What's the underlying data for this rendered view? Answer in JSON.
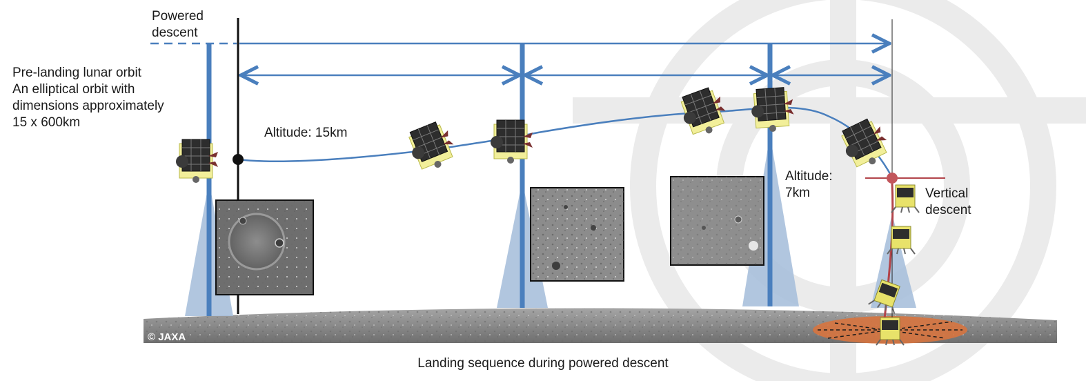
{
  "labels": {
    "powered_descent": "Powered\ndescent",
    "orbit": "Pre-landing lunar orbit\nAn elliptical orbit with\ndimensions approximately\n15 x 600km",
    "altitude_15": "Altitude: 15km",
    "altitude_7": "Altitude:\n7km",
    "vertical_descent": "Vertical\ndescent",
    "caption": "Landing sequence during powered descent",
    "credit": "© JAXA"
  },
  "colors": {
    "arrow": "#4a7fbd",
    "beam": "#a9c0dc",
    "pole": "#4a7fbd",
    "trajectory": "#4a7fbd",
    "touchdown_zone": "#d7743f",
    "landing_marker": "#b2444a",
    "watermark": "#ebebeb",
    "surface": "#8e8e8e"
  },
  "icons": [
    "lander-spacecraft-icon",
    "crater-image-icon",
    "jaxa-watermark-icon"
  ]
}
